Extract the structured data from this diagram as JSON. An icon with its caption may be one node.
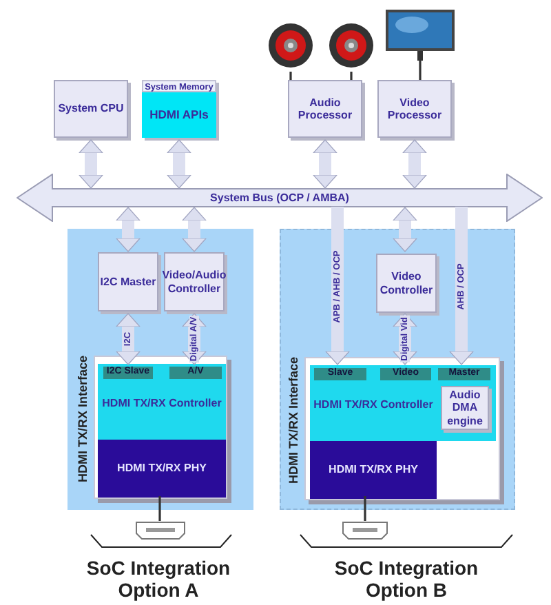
{
  "diagram": {
    "nodes": [
      {
        "text": [
          "System CPU"
        ]
      },
      {
        "text": [
          "System Memory",
          "HDMI APIs"
        ]
      },
      {
        "text": [
          "Audio Processor"
        ]
      },
      {
        "text": [
          "Video Processor"
        ]
      },
      {
        "text": [],
        "shape": "picture"
      },
      {
        "text": [],
        "shape": "picture"
      },
      {
        "text": [],
        "shape": "picture"
      },
      {
        "text": [
          "System Bus (OCP / AMBA)"
        ]
      },
      {
        "text": [
          "HDMI TX/RX Interface"
        ]
      },
      {
        "text": [
          "I2C Master"
        ],
        "in": 8
      },
      {
        "text": [
          "Video/Audio Controller"
        ],
        "in": 8
      },
      {
        "text": [],
        "shape": "box",
        "in": 8
      },
      {
        "text": [
          "HDMI TX/RX Controller"
        ],
        "in": 11
      },
      {
        "text": [
          "I2C Slave"
        ],
        "in": 12
      },
      {
        "text": [
          "A/V"
        ],
        "in": 12
      },
      {
        "text": [
          "HDMI TX/RX PHY"
        ],
        "in": 11
      },
      {
        "text": [],
        "shape": "picture"
      },
      {
        "text": [
          "HDMI TX/RX Interface"
        ]
      },
      {
        "text": [
          "Video Controller"
        ],
        "in": 17
      },
      {
        "text": [],
        "shape": "box",
        "in": 17
      },
      {
        "text": [
          "HDMI TX/RX Controller"
        ],
        "in": 19
      },
      {
        "text": [
          "Slave"
        ],
        "in": 20
      },
      {
        "text": [
          "Video"
        ],
        "in": 20
      },
      {
        "text": [
          "Master"
        ],
        "in": 20
      },
      {
        "text": [
          "Audio DMA engine"
        ],
        "in": 20
      },
      {
        "text": [
          "HDMI TX/RX PHY"
        ],
        "in": 19
      },
      {
        "text": [],
        "shape": "picture"
      }
    ],
    "edges": [
      {
        "from": 0,
        "to": 7,
        "arrow": "both"
      },
      {
        "from": 1,
        "to": 7,
        "arrow": "both"
      },
      {
        "from": 2,
        "to": 7,
        "arrow": "both"
      },
      {
        "from": 3,
        "to": 7,
        "arrow": "both"
      },
      {
        "from": 4,
        "to": 2,
        "arrow": "none",
        "color": "#333333"
      },
      {
        "from": 5,
        "to": 2,
        "arrow": "none",
        "color": "#333333"
      },
      {
        "from": 6,
        "to": 3,
        "arrow": "none",
        "color": "#333333"
      },
      {
        "from": 7,
        "to": 9,
        "arrow": "both"
      },
      {
        "from": 7,
        "to": 10,
        "arrow": "both"
      },
      {
        "from": 9,
        "to": 13,
        "arrow": "both",
        "label": "I2C"
      },
      {
        "from": 10,
        "to": 14,
        "arrow": "both",
        "label": "Digital A/V"
      },
      {
        "from": 15,
        "to": 16,
        "arrow": "none",
        "color": "#333333"
      },
      {
        "from": 7,
        "to": 21,
        "arrow": "to",
        "label": "APB / AHB / OCP"
      },
      {
        "from": 7,
        "to": 18,
        "arrow": "both"
      },
      {
        "from": 18,
        "to": 22,
        "arrow": "both",
        "label": "Digital Vid"
      },
      {
        "from": 7,
        "to": 23,
        "arrow": "to",
        "label": "AHB / OCP"
      },
      {
        "from": 25,
        "to": 26,
        "arrow": "none",
        "color": "#333333"
      }
    ],
    "labels": [
      "SoC Integration Option A",
      "SoC Integration Option B"
    ]
  }
}
